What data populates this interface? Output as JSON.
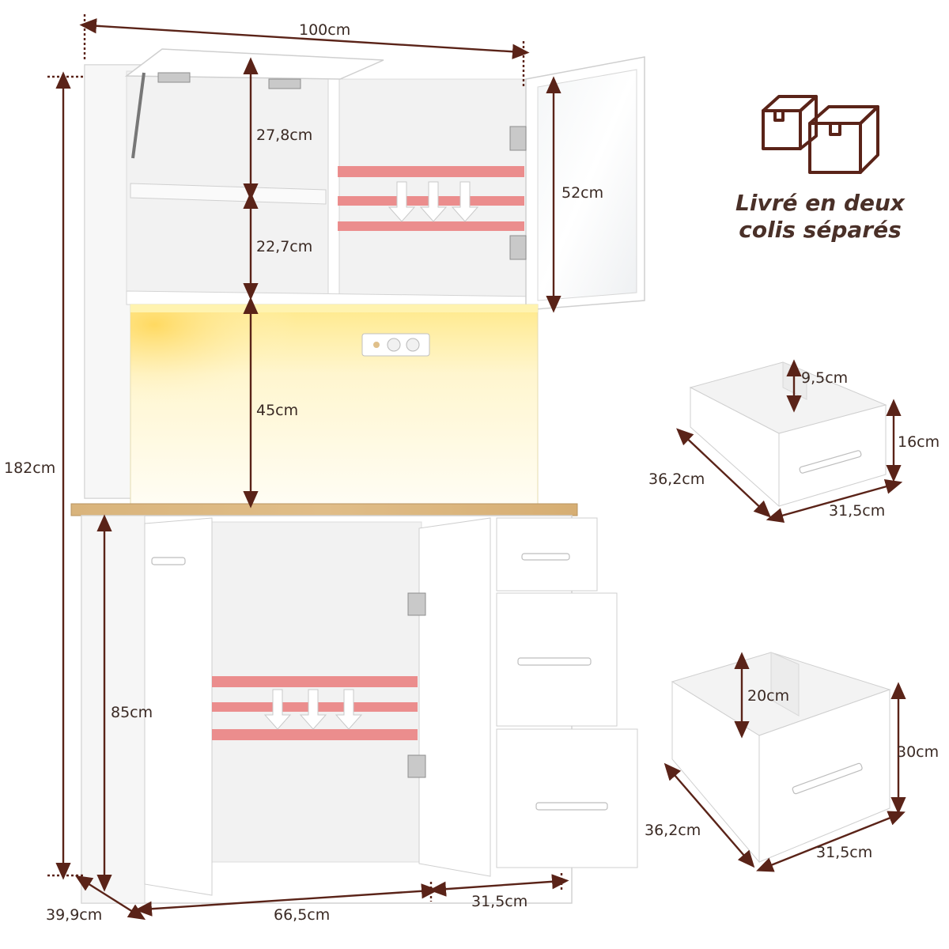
{
  "dimensions": {
    "total_width": "100cm",
    "total_height": "182cm",
    "top_shelf_upper": "27,8cm",
    "top_shelf_lower": "22,7cm",
    "glass_door_height": "52cm",
    "lit_niche_height": "45cm",
    "base_height": "85cm",
    "depth": "39,9cm",
    "base_left_width": "66,5cm",
    "base_right_width": "31,5cm"
  },
  "small_drawer": {
    "inner_height": "9,5cm",
    "front_height": "16cm",
    "depth": "36,2cm",
    "width": "31,5cm"
  },
  "large_drawer": {
    "inner_height": "20cm",
    "front_height": "30cm",
    "depth": "36,2cm",
    "width": "31,5cm"
  },
  "delivery_note": {
    "line1": "Livré en deux",
    "line2": "colis séparés"
  },
  "icons": [
    "package-icon",
    "package-icon",
    "adjustable-shelf-arrow-icon",
    "power-outlet-icon",
    "hinge-icon"
  ],
  "colors": {
    "dimension_lines": "#5a2318",
    "adjustable_shelf_marker": "#ea7b7b",
    "led_glow": "#fff1a0",
    "worktop": "#d8b27a"
  }
}
